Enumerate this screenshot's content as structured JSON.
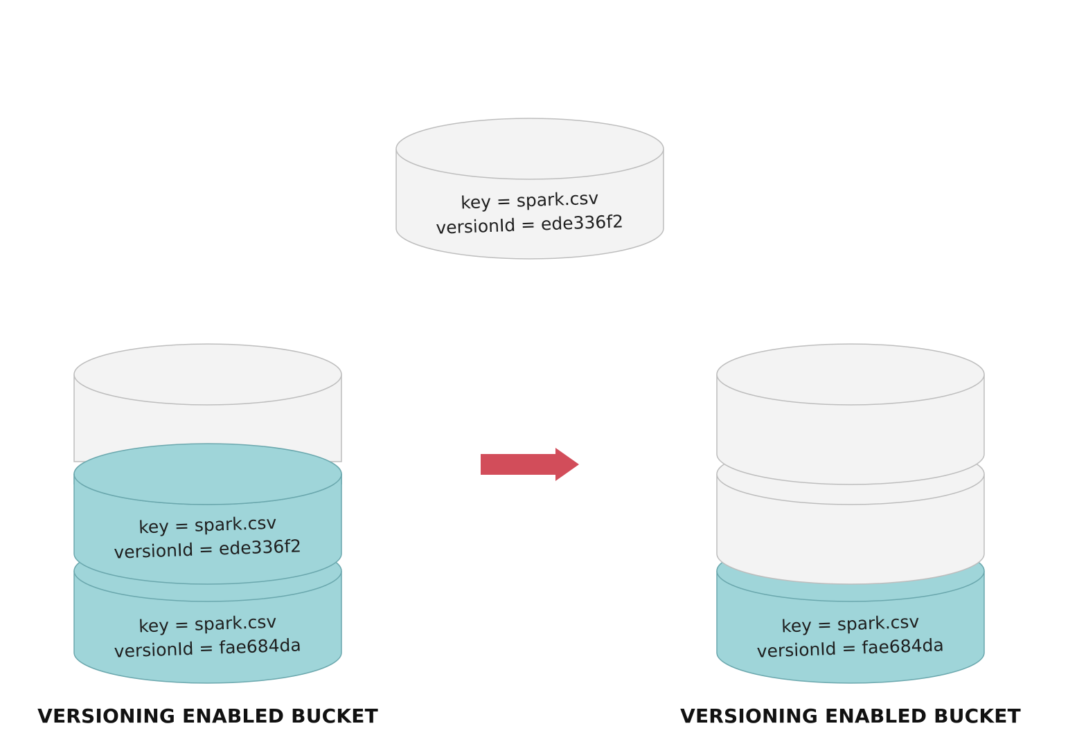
{
  "colors": {
    "disk_fill_empty": "#f3f3f3",
    "disk_fill_version": "#9fd5d9",
    "disk_stroke_empty": "#bdbdbd",
    "disk_stroke_version": "#6aa7ad",
    "arrow": "#d24d5a"
  },
  "new_object": {
    "key_line": "key = spark.csv",
    "version_line": "versionId = ede336f2"
  },
  "left_bucket": {
    "caption": "VERSIONING ENABLED BUCKET",
    "version_newer": {
      "key_line": "key = spark.csv",
      "version_line": "versionId = ede336f2"
    },
    "version_older": {
      "key_line": "key = spark.csv",
      "version_line": "versionId = fae684da"
    }
  },
  "right_bucket": {
    "caption": "VERSIONING ENABLED BUCKET",
    "version_remaining": {
      "key_line": "key = spark.csv",
      "version_line": "versionId = fae684da"
    }
  },
  "arrow": {
    "icon": "right-arrow-icon",
    "direction": "right"
  }
}
